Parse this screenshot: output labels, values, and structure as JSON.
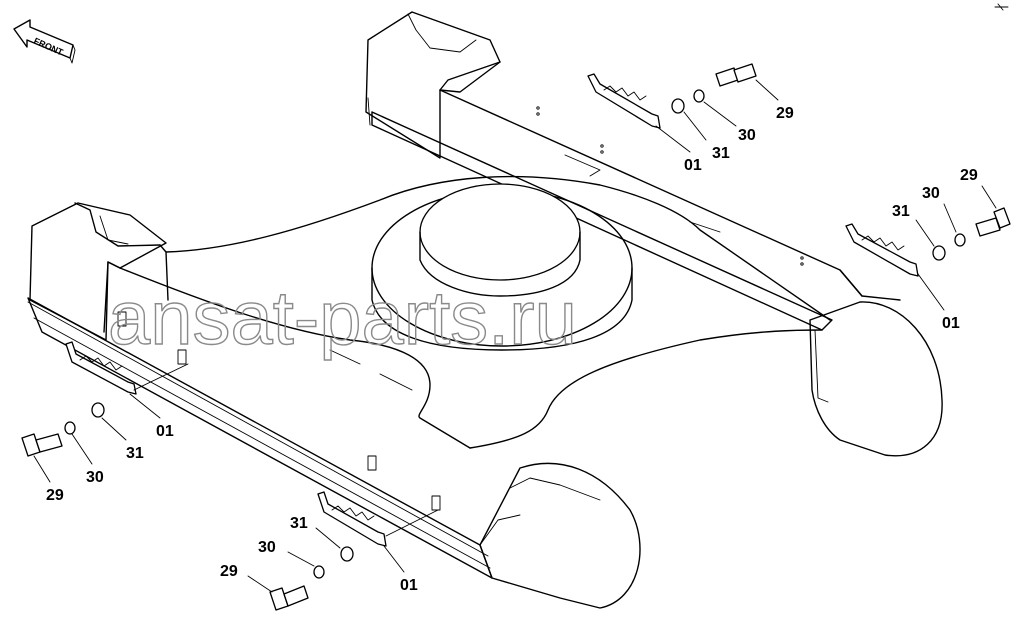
{
  "watermark": "ansat-parts.ru",
  "front_label": "FRONT",
  "callouts": {
    "p29": "29",
    "p30": "30",
    "p31": "31",
    "p01": "01"
  }
}
